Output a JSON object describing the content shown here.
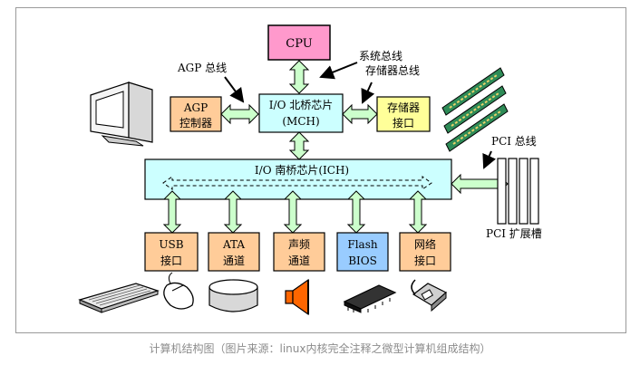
{
  "diagram": {
    "cpu": "CPU",
    "system_bus": "系统总线",
    "agp_bus": "AGP 总线",
    "memory_bus": "存储器总线",
    "agp_controller": [
      "AGP",
      "控制器"
    ],
    "northbridge": [
      "I/O 北桥芯片",
      "(MCH)"
    ],
    "memory_interface": [
      "存储器",
      "接口"
    ],
    "southbridge": "I/O 南桥芯片(ICH)",
    "pci_bus": "PCI 总线",
    "pci_slots": "PCI 扩展槽",
    "usb_interface": [
      "USB",
      "接口"
    ],
    "ata_channel": [
      "ATA",
      "通道"
    ],
    "audio_channel": [
      "声频",
      "通道"
    ],
    "flash_bios": [
      "Flash",
      "BIOS"
    ],
    "network_interface": [
      "网络",
      "接口"
    ]
  },
  "colors": {
    "cpu": "#ff99cc",
    "northbridge": "#ccffff",
    "memory_interface": "#ffff99",
    "agp_controller": "#ffcc99",
    "southbridge": "#ccffff",
    "peripheral": "#ffcc99",
    "flash_bios": "#99ccff",
    "arrow": "#ccffcc"
  },
  "caption": "计算机结构图（图片来源：linux内核完全注释之微型计算机组成结构）"
}
